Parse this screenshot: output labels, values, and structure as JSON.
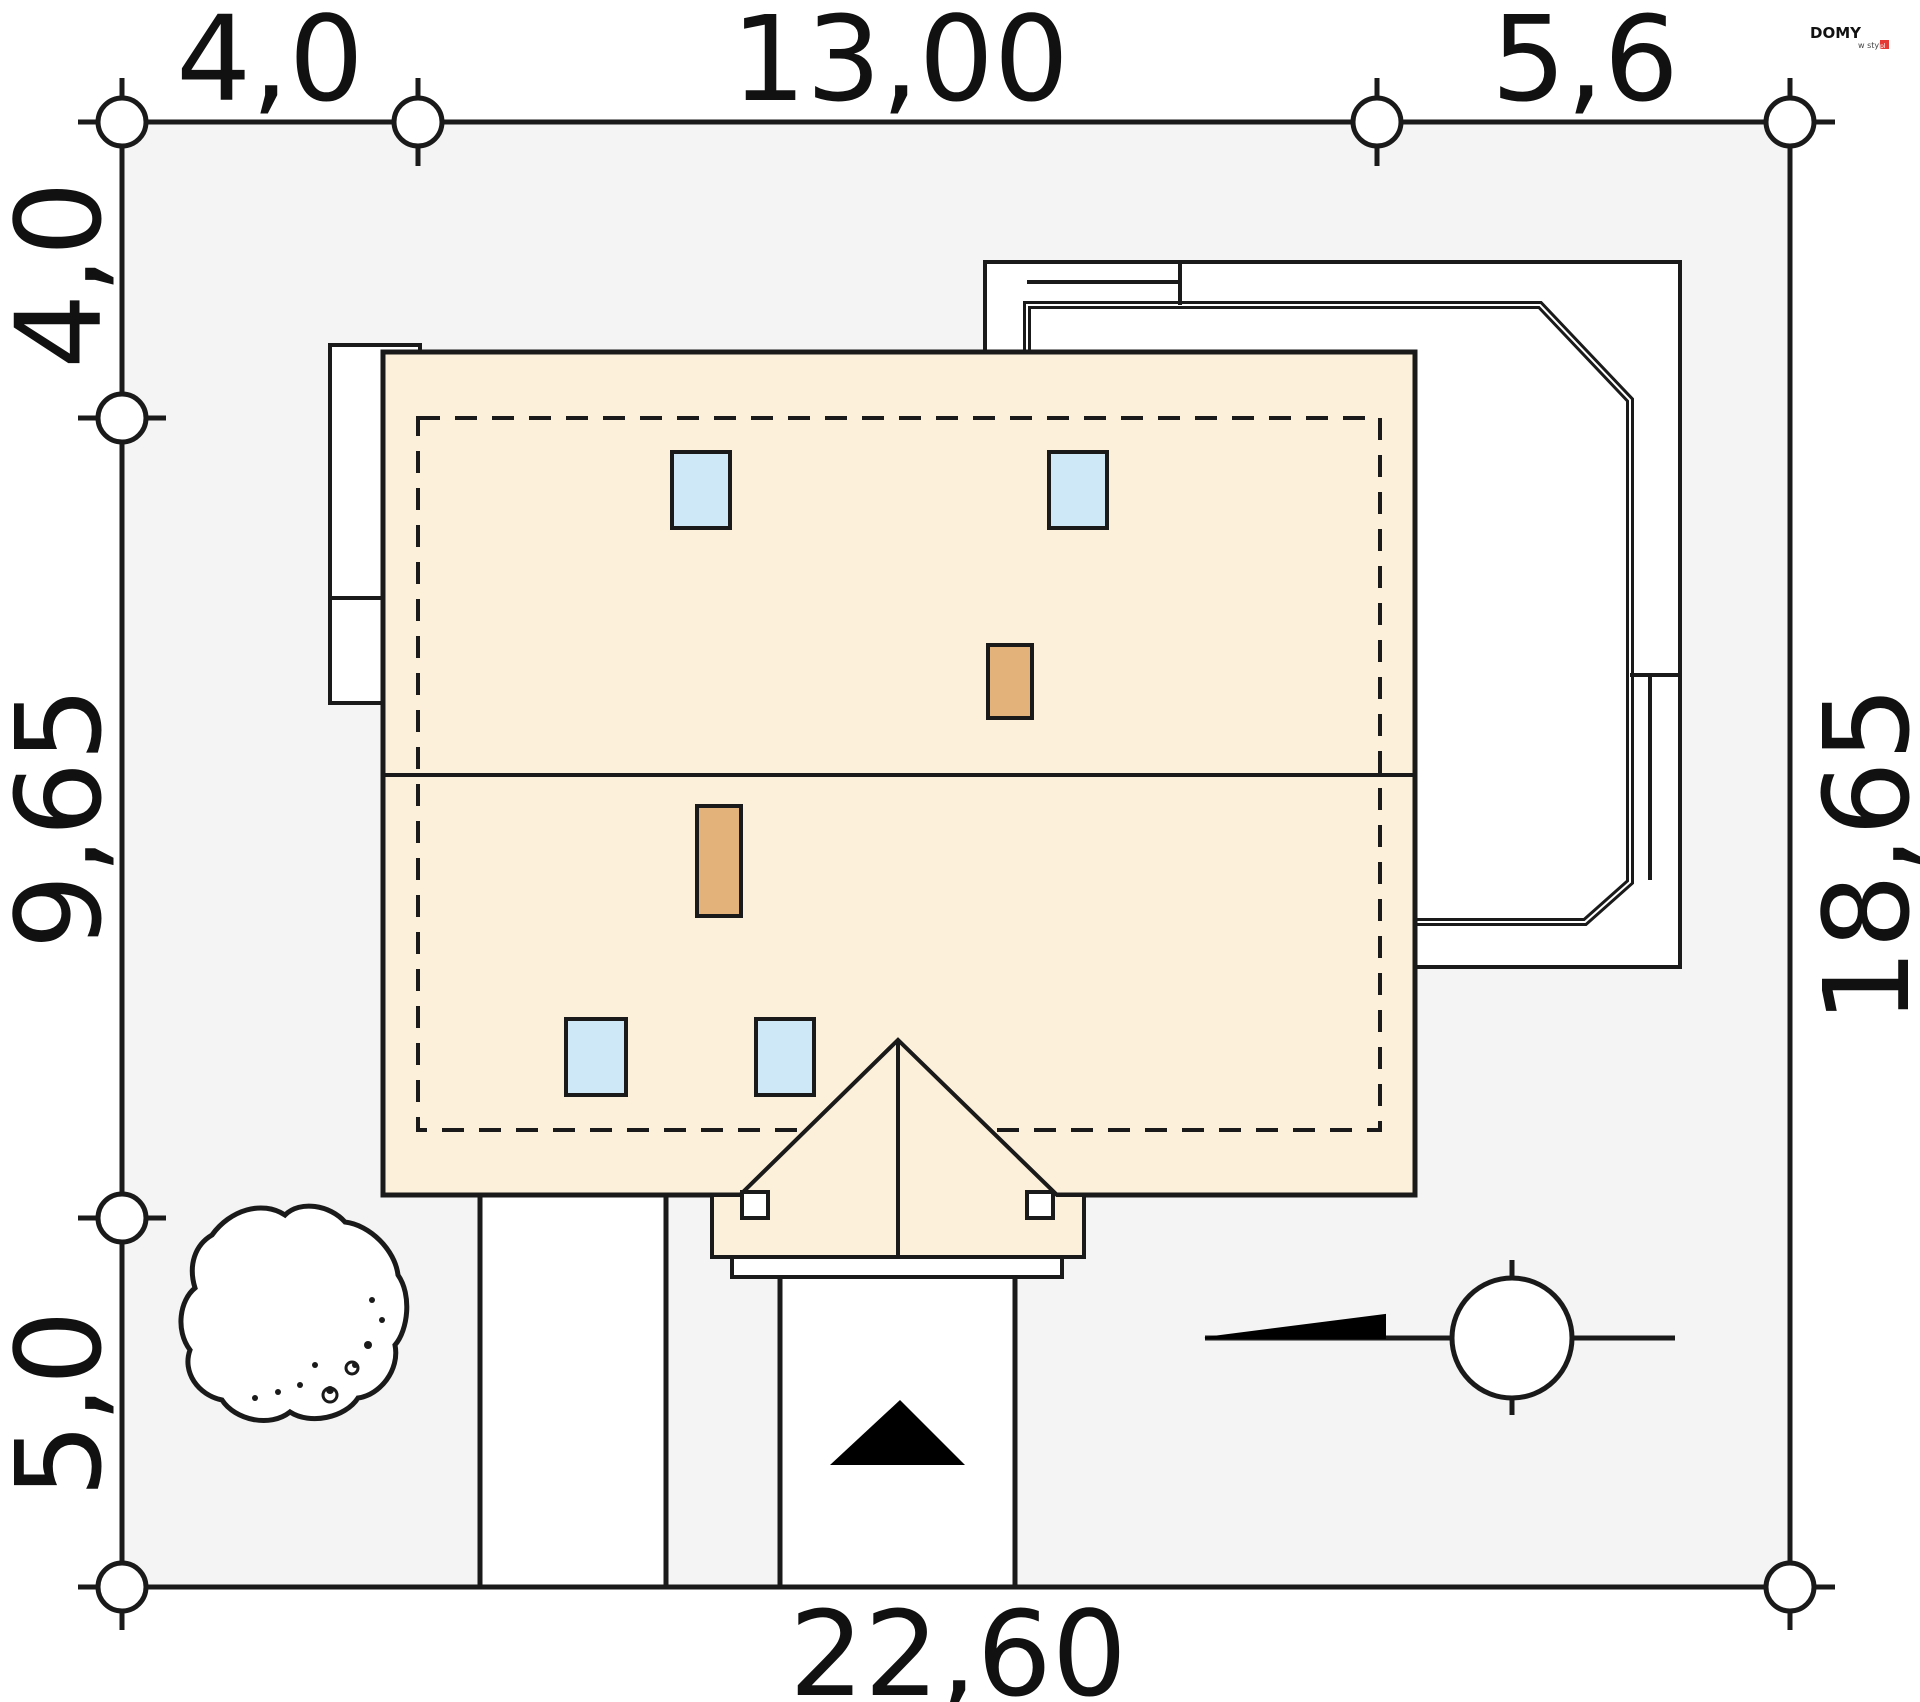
{
  "logo": {
    "main": "DOMY",
    "sub": "w stylu",
    "badge": "pl"
  },
  "dimensions": {
    "top_left": "4,0",
    "top_middle": "13,00",
    "top_right": "5,6",
    "bottom_total": "22,60",
    "left_top": "4,0",
    "left_middle": "9,65",
    "left_bottom": "5,0",
    "right_total": "18,65"
  },
  "colors": {
    "plot": "#f4f4f5",
    "roof": "#fdf0da",
    "skylight": "#cfe8f8",
    "chimney": "#e2b27a",
    "line": "#1a1a1a"
  }
}
